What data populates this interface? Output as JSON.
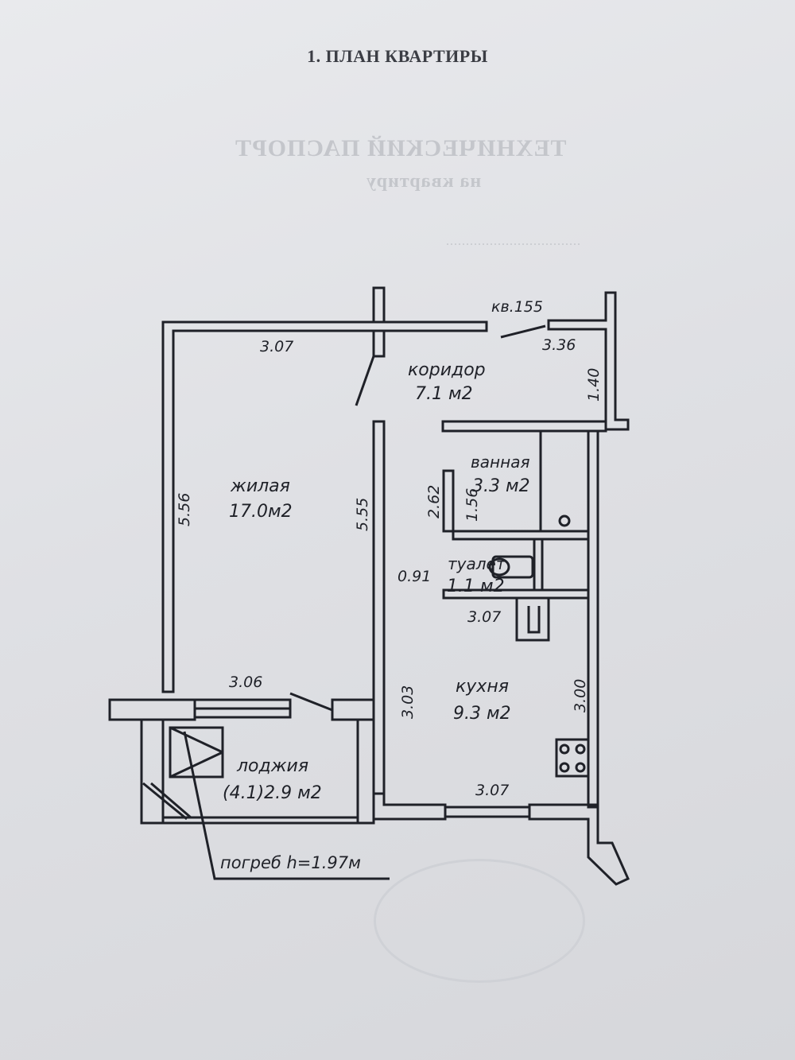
{
  "page_title": "1. ПЛАН КВАРТИРЫ",
  "apartment": "кв.155",
  "rooms": {
    "corridor": {
      "name": "коридор",
      "area": "7.1 м2"
    },
    "living": {
      "name": "жилая",
      "area": "17.0м2"
    },
    "bathroom": {
      "name": "ванная",
      "area": "3.3 м2"
    },
    "toilet": {
      "name": "туалет",
      "area": "1.1 м2"
    },
    "kitchen": {
      "name": "кухня",
      "area": "9.3 м2"
    },
    "loggia": {
      "name": "лоджия",
      "area": "(4.1)2.9 м2"
    }
  },
  "dimensions": {
    "living_top": "3.07",
    "corridor_right": "3.36",
    "corridor_height": "1.40",
    "living_left": "5.56",
    "living_right": "5.55",
    "bath_262": "2.62",
    "bath_156": "1.56",
    "toilet_width": "0.91",
    "toilet_bottom": "3.07",
    "living_bottom": "3.06",
    "kitchen_left": "3.03",
    "kitchen_right": "3.00",
    "kitchen_bottom": "3.07"
  },
  "cellar_note": "погреб h=1.97м"
}
